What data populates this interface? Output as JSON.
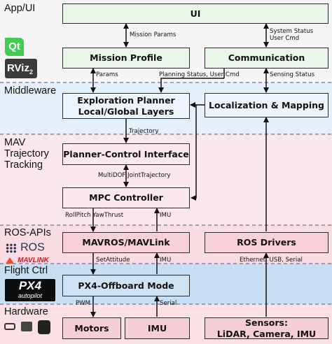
{
  "colors": {
    "app_bg": "#f5f5f5",
    "middleware_bg": "#e6f0fa",
    "mav_bg": "#fbe8ec",
    "ros_bg": "#f9dde2",
    "flight_bg": "#c8def2",
    "hardware_bg": "#fbe0e4",
    "box_green": "#e9f6e9",
    "box_blue": "#eef4fb",
    "box_pink": "#fbe8ec",
    "box_ros": "#f7d0d8",
    "box_flight": "#cfe3f4",
    "box_hw": "#f6cfd6",
    "dash": "#6a7a94"
  },
  "bands": {
    "app": "App/UI",
    "middleware": "Middleware",
    "mav": "MAV\nTrajectory\nTracking",
    "ros": "ROS-APIs",
    "flight": "Flight Ctrl",
    "hardware": "Hardware"
  },
  "boxes": {
    "ui": "UI",
    "mission_profile": "Mission Profile",
    "communication": "Communication",
    "exploration_planner": "Exploration Planner\nLocal/Global Layers",
    "localization_mapping": "Localization & Mapping",
    "planner_control": "Planner-Control Interface",
    "mpc_controller": "MPC Controller",
    "mavros": "MAVROS/MAVLink",
    "ros_drivers": "ROS Drivers",
    "px4_offboard": "PX4-Offboard Mode",
    "motors": "Motors",
    "imu": "IMU",
    "sensors": "Sensors:\nLiDAR, Camera, IMU"
  },
  "edges": {
    "mission_params": "Mission Params",
    "system_status": "System Status\nUser Cmd",
    "params": "Params",
    "planning_status": "Planning Status, User Cmd",
    "sensing_status": "Sensing Status",
    "trajectory": "Trajectory",
    "multidof": "MultiDOF JointTrajectory",
    "rollpitch": "RollPitch YawThrust",
    "imu_mpc": "IMU",
    "setattitude": "SetAttitude",
    "imu_px4": "IMU",
    "ethernet": "Ethernet, USB, Serial",
    "pwm": "PWM",
    "serial": "Serial"
  },
  "logos": {
    "qt": "Qt",
    "rviz": "RViz",
    "rviz_sub": "2",
    "ros": "ROS",
    "mavlink": "MAVLINK",
    "px4": "PX4",
    "px4_sub": "autopilot"
  }
}
